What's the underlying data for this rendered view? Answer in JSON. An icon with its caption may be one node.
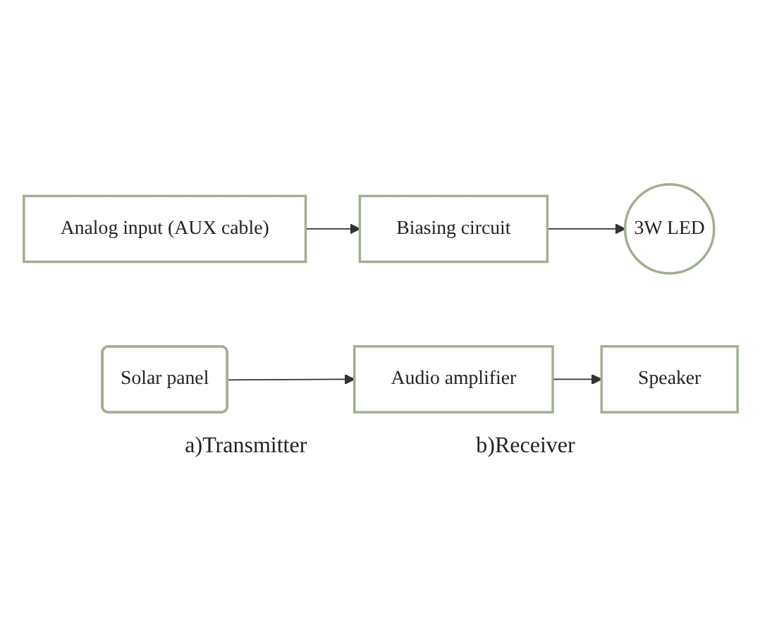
{
  "diagram": {
    "nodes": [
      {
        "text": [
          "Analog input (AUX cable)"
        ]
      },
      {
        "text": [
          "Biasing circuit"
        ]
      },
      {
        "text": [
          "3W LED"
        ]
      },
      {
        "text": [
          "Solar panel"
        ]
      },
      {
        "text": [
          "Audio amplifier"
        ]
      },
      {
        "text": [
          "Speaker"
        ]
      }
    ],
    "edges": [
      {
        "from": 0,
        "to": 1,
        "arrow": "to"
      },
      {
        "from": 1,
        "to": 2,
        "arrow": "to"
      },
      {
        "from": 3,
        "to": 4,
        "arrow": "to"
      },
      {
        "from": 4,
        "to": 5,
        "arrow": "to"
      }
    ],
    "labels": [
      "a)Transmitter",
      "b)Receiver"
    ]
  }
}
